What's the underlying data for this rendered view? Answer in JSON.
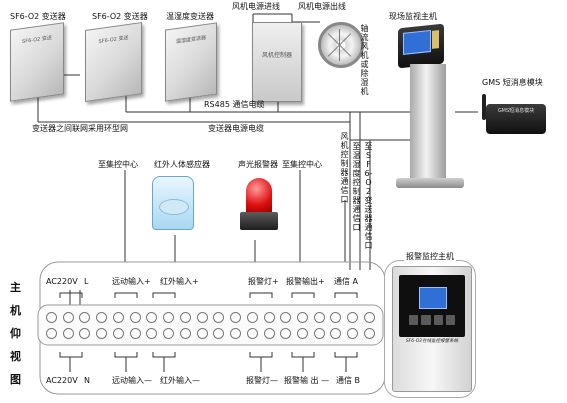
{
  "transmitters": {
    "t1": "SF6-O2 变送器",
    "t2": "SF6-O2 变送器",
    "t3": "温湿度变送器",
    "t1_box": "SF6-O2 变送",
    "t2_box": "SF6-O2 变送",
    "t3_box": "温湿度变送器"
  },
  "fan": {
    "power_in": "风机电源进线",
    "power_out": "风机电源出线",
    "controller": "风机控制器",
    "fan_label": "轴流风机或除湿机"
  },
  "host": {
    "title": "现场监视主机",
    "gsm_title": "GMS 短消息模块",
    "gsm_box": "GMS短消息模块"
  },
  "bus": {
    "rs485": "RS485 通信电缆",
    "ring": "变送器之间联网采用环型网",
    "power_cable": "变送器电源电缆"
  },
  "comm_ports": {
    "fan_ctrl": "风机控制器通信口",
    "temp_ctrl": "至温湿度控制器通信口",
    "sf6_trans": "至SF6-O2变送器通信口"
  },
  "peripherals": {
    "central1": "至集控中心",
    "pir": "红外人体感应器",
    "alarm": "声光报警器",
    "central2": "至集控中心"
  },
  "terminal": {
    "top": {
      "ac_l": "AC220V",
      "l": "L",
      "remote_in_p": "远动输入+",
      "ir_in_p": "红外输入+",
      "alarm_light_p": "报警灯+",
      "alarm_out_p": "报警输出+",
      "comm_a": "通信 A"
    },
    "bottom": {
      "ac_n": "AC220V",
      "n": "N",
      "remote_in_m": "远动输入—",
      "ir_in_m": "红外输入—",
      "alarm_light_m": "报警灯—",
      "alarm_out_m": "报警输 出 —",
      "comm_b": "通信 B"
    },
    "side_title": [
      "主",
      "机",
      "仰",
      "视",
      "图"
    ]
  },
  "alarm_host": {
    "title": "报警监控主机",
    "brand": "SF6-O2在线监控报警系统"
  }
}
